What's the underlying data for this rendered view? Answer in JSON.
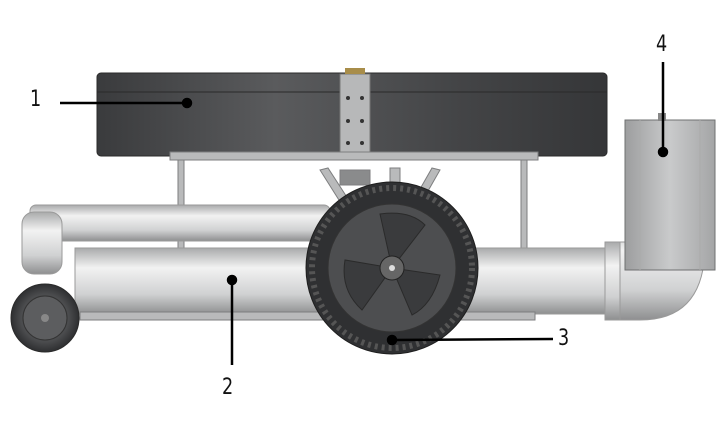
{
  "callouts": [
    {
      "label": "1"
    },
    {
      "label": "2"
    },
    {
      "label": "3"
    },
    {
      "label": "4"
    }
  ],
  "colors": {
    "drum": "#4a4b4d",
    "pipe": "#d4d5d6",
    "wheel": "#3d3e40",
    "line": "#000000"
  }
}
